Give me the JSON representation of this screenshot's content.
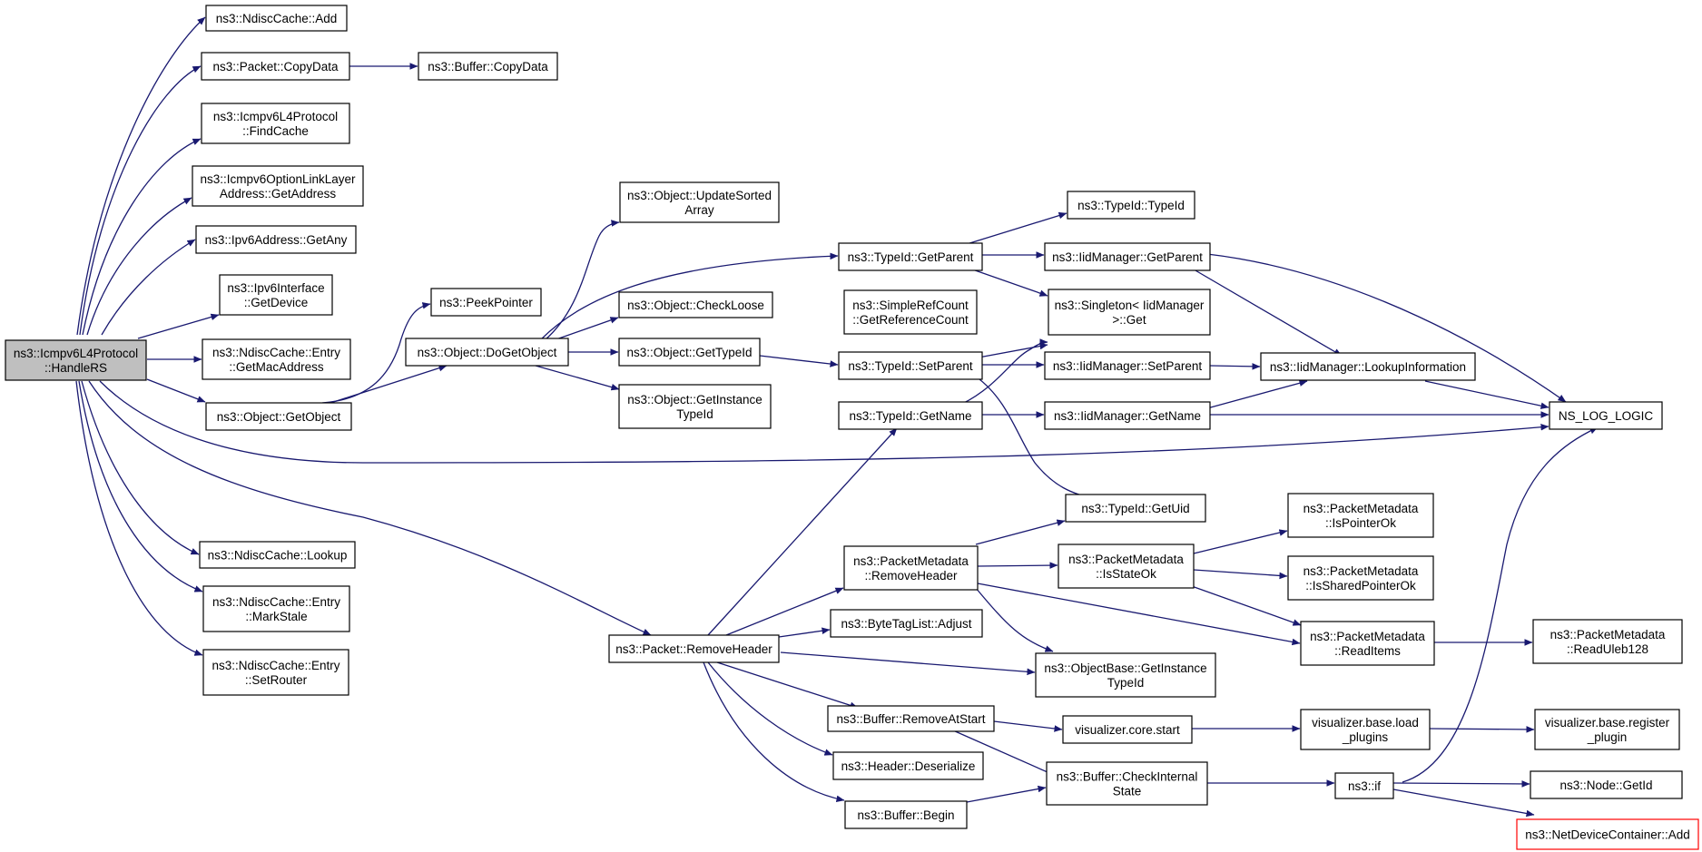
{
  "graph": {
    "nodes": [
      {
        "id": "root",
        "lines": [
          "ns3::Icmpv6L4Protocol",
          "::HandleRS"
        ],
        "style": "root"
      },
      {
        "id": "ndisc_add",
        "lines": [
          "ns3::NdiscCache::Add"
        ]
      },
      {
        "id": "packet_copydata",
        "lines": [
          "ns3::Packet::CopyData"
        ]
      },
      {
        "id": "buffer_copydata",
        "lines": [
          "ns3::Buffer::CopyData"
        ]
      },
      {
        "id": "findcache",
        "lines": [
          "ns3::Icmpv6L4Protocol",
          "::FindCache"
        ]
      },
      {
        "id": "getaddress",
        "lines": [
          "ns3::Icmpv6OptionLinkLayer",
          "Address::GetAddress"
        ]
      },
      {
        "id": "getany",
        "lines": [
          "ns3::Ipv6Address::GetAny"
        ]
      },
      {
        "id": "getdevice",
        "lines": [
          "ns3::Ipv6Interface",
          "::GetDevice"
        ]
      },
      {
        "id": "getmacaddress",
        "lines": [
          "ns3::NdiscCache::Entry",
          "::GetMacAddress"
        ]
      },
      {
        "id": "getobject",
        "lines": [
          "ns3::Object::GetObject"
        ]
      },
      {
        "id": "peekpointer",
        "lines": [
          "ns3::PeekPointer"
        ]
      },
      {
        "id": "dogetobject",
        "lines": [
          "ns3::Object::DoGetObject"
        ]
      },
      {
        "id": "updatesorted",
        "lines": [
          "ns3::Object::UpdateSorted",
          "Array"
        ]
      },
      {
        "id": "checkloose",
        "lines": [
          "ns3::Object::CheckLoose"
        ]
      },
      {
        "id": "obj_gettypeid",
        "lines": [
          "ns3::Object::GetTypeId"
        ]
      },
      {
        "id": "getinstancetypeid",
        "lines": [
          "ns3::Object::GetInstance",
          "TypeId"
        ]
      },
      {
        "id": "typeid_getparent",
        "lines": [
          "ns3::TypeId::GetParent"
        ]
      },
      {
        "id": "typeid_typeid",
        "lines": [
          "ns3::TypeId::TypeId"
        ]
      },
      {
        "id": "iid_getparent",
        "lines": [
          "ns3::IidManager::GetParent"
        ]
      },
      {
        "id": "getrefcount",
        "lines": [
          "ns3::SimpleRefCount",
          "::GetReferenceCount"
        ]
      },
      {
        "id": "singleton_get",
        "lines": [
          "ns3::Singleton< IidManager",
          " >::Get"
        ]
      },
      {
        "id": "typeid_setparent",
        "lines": [
          "ns3::TypeId::SetParent"
        ]
      },
      {
        "id": "iid_setparent",
        "lines": [
          "ns3::IidManager::SetParent"
        ]
      },
      {
        "id": "lookupinfo",
        "lines": [
          "ns3::IidManager::LookupInformation"
        ]
      },
      {
        "id": "typeid_getname",
        "lines": [
          "ns3::TypeId::GetName"
        ]
      },
      {
        "id": "iid_getname",
        "lines": [
          "ns3::IidManager::GetName"
        ]
      },
      {
        "id": "ns_log_logic",
        "lines": [
          "NS_LOG_LOGIC"
        ]
      },
      {
        "id": "typeid_getuid",
        "lines": [
          "ns3::TypeId::GetUid"
        ]
      },
      {
        "id": "pm_removeheader",
        "lines": [
          "ns3::PacketMetadata",
          "::RemoveHeader"
        ]
      },
      {
        "id": "pm_isstateok",
        "lines": [
          "ns3::PacketMetadata",
          "::IsStateOk"
        ]
      },
      {
        "id": "pm_ispointerok",
        "lines": [
          "ns3::PacketMetadata",
          "::IsPointerOk"
        ]
      },
      {
        "id": "pm_issharedpointerok",
        "lines": [
          "ns3::PacketMetadata",
          "::IsSharedPointerOk"
        ]
      },
      {
        "id": "ndisc_lookup",
        "lines": [
          "ns3::NdiscCache::Lookup"
        ]
      },
      {
        "id": "markstale",
        "lines": [
          "ns3::NdiscCache::Entry",
          "::MarkStale"
        ]
      },
      {
        "id": "setrouter",
        "lines": [
          "ns3::NdiscCache::Entry",
          "::SetRouter"
        ]
      },
      {
        "id": "packet_removeheader",
        "lines": [
          "ns3::Packet::RemoveHeader"
        ]
      },
      {
        "id": "bytetaglist_adjust",
        "lines": [
          "ns3::ByteTagList::Adjust"
        ]
      },
      {
        "id": "pm_readitems",
        "lines": [
          "ns3::PacketMetadata",
          "::ReadItems"
        ]
      },
      {
        "id": "pm_readuleb128",
        "lines": [
          "ns3::PacketMetadata",
          "::ReadUleb128"
        ]
      },
      {
        "id": "objectbase_getinstance",
        "lines": [
          "ns3::ObjectBase::GetInstance",
          "TypeId"
        ]
      },
      {
        "id": "buffer_removeatstart",
        "lines": [
          "ns3::Buffer::RemoveAtStart"
        ]
      },
      {
        "id": "viz_core_start",
        "lines": [
          "visualizer.core.start"
        ]
      },
      {
        "id": "viz_load_plugins",
        "lines": [
          "visualizer.base.load",
          "_plugins"
        ]
      },
      {
        "id": "viz_register_plugin",
        "lines": [
          "visualizer.base.register",
          "_plugin"
        ]
      },
      {
        "id": "header_deserialize",
        "lines": [
          "ns3::Header::Deserialize"
        ]
      },
      {
        "id": "buffer_checkinternal",
        "lines": [
          "ns3::Buffer::CheckInternal",
          "State"
        ]
      },
      {
        "id": "ns3_if",
        "lines": [
          "ns3::if"
        ]
      },
      {
        "id": "node_getid",
        "lines": [
          "ns3::Node::GetId"
        ]
      },
      {
        "id": "buffer_begin",
        "lines": [
          "ns3::Buffer::Begin"
        ]
      },
      {
        "id": "netdevicecontainer_add",
        "lines": [
          "ns3::NetDeviceContainer::Add"
        ],
        "style": "red"
      }
    ]
  }
}
